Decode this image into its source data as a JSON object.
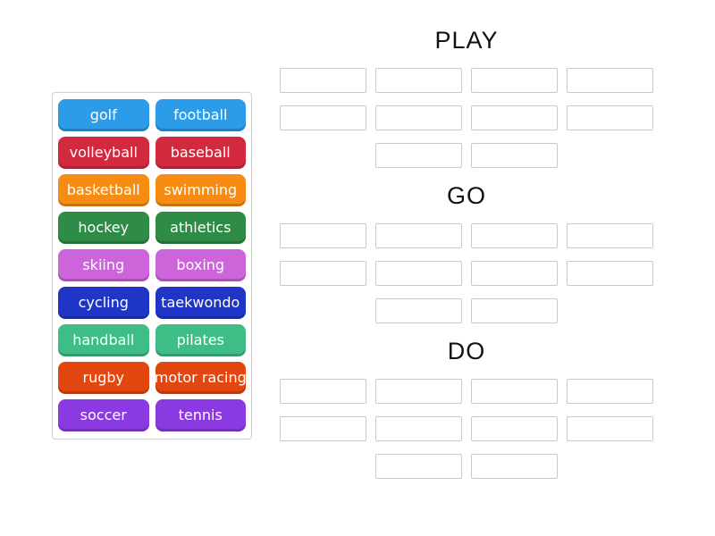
{
  "page": {
    "background_color": "#ffffff",
    "activity_type": "group-sort"
  },
  "word_bank": {
    "border_color": "#ccced0",
    "tiles": [
      {
        "label": "golf",
        "color": "#2d9ce8"
      },
      {
        "label": "football",
        "color": "#2d9ce8"
      },
      {
        "label": "volleyball",
        "color": "#d2293f"
      },
      {
        "label": "baseball",
        "color": "#d2293f"
      },
      {
        "label": "basketball",
        "color": "#f68c12"
      },
      {
        "label": "swimming",
        "color": "#f68c12"
      },
      {
        "label": "hockey",
        "color": "#2e8c46"
      },
      {
        "label": "athletics",
        "color": "#2e8c46"
      },
      {
        "label": "skiing",
        "color": "#cd65da"
      },
      {
        "label": "boxing",
        "color": "#cd65da"
      },
      {
        "label": "cycling",
        "color": "#1f35c8"
      },
      {
        "label": "taekwondo",
        "color": "#1f35c8"
      },
      {
        "label": "handball",
        "color": "#3fbd87"
      },
      {
        "label": "pilates",
        "color": "#3fbd87"
      },
      {
        "label": "rugby",
        "color": "#e34710"
      },
      {
        "label": "motor racing",
        "color": "#e34710"
      },
      {
        "label": "soccer",
        "color": "#8b3ae2"
      },
      {
        "label": "tennis",
        "color": "#8b3ae2"
      }
    ]
  },
  "groups": [
    {
      "title": "PLAY",
      "slot_rows": [
        4,
        4,
        2
      ]
    },
    {
      "title": "GO",
      "slot_rows": [
        4,
        4,
        2
      ]
    },
    {
      "title": "DO",
      "slot_rows": [
        4,
        4,
        2
      ]
    }
  ]
}
